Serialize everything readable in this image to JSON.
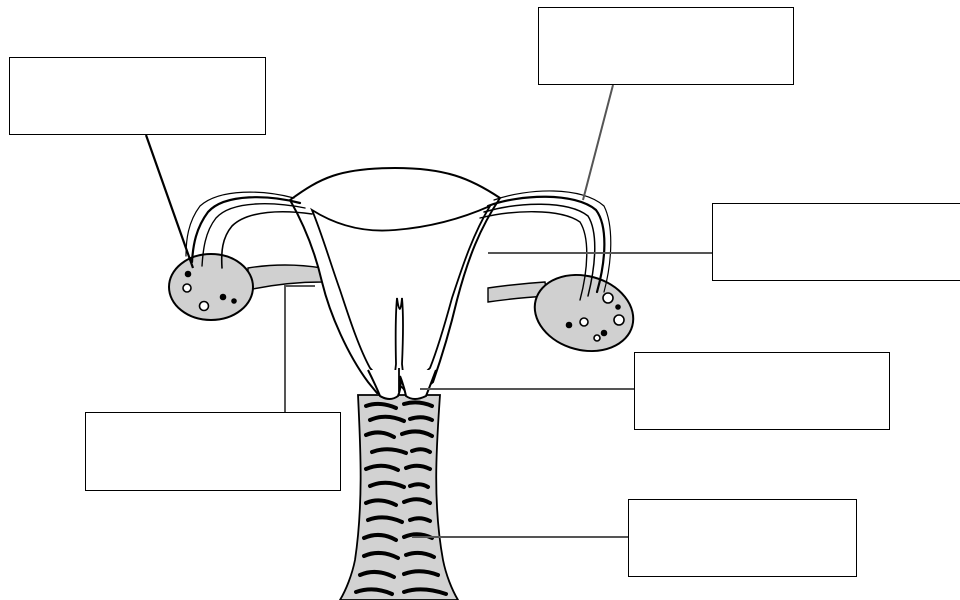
{
  "colors": {
    "outline": "#000000",
    "ovary_fill": "#d0d0d0",
    "vagina_fill": "#d2d2d2",
    "leader_line": "#555555",
    "background": "#ffffff"
  },
  "label_boxes": [
    {
      "id": "box-1",
      "text": ""
    },
    {
      "id": "box-2",
      "text": ""
    },
    {
      "id": "box-3",
      "text": ""
    },
    {
      "id": "box-4",
      "text": ""
    },
    {
      "id": "box-5",
      "text": ""
    },
    {
      "id": "box-6",
      "text": ""
    }
  ]
}
